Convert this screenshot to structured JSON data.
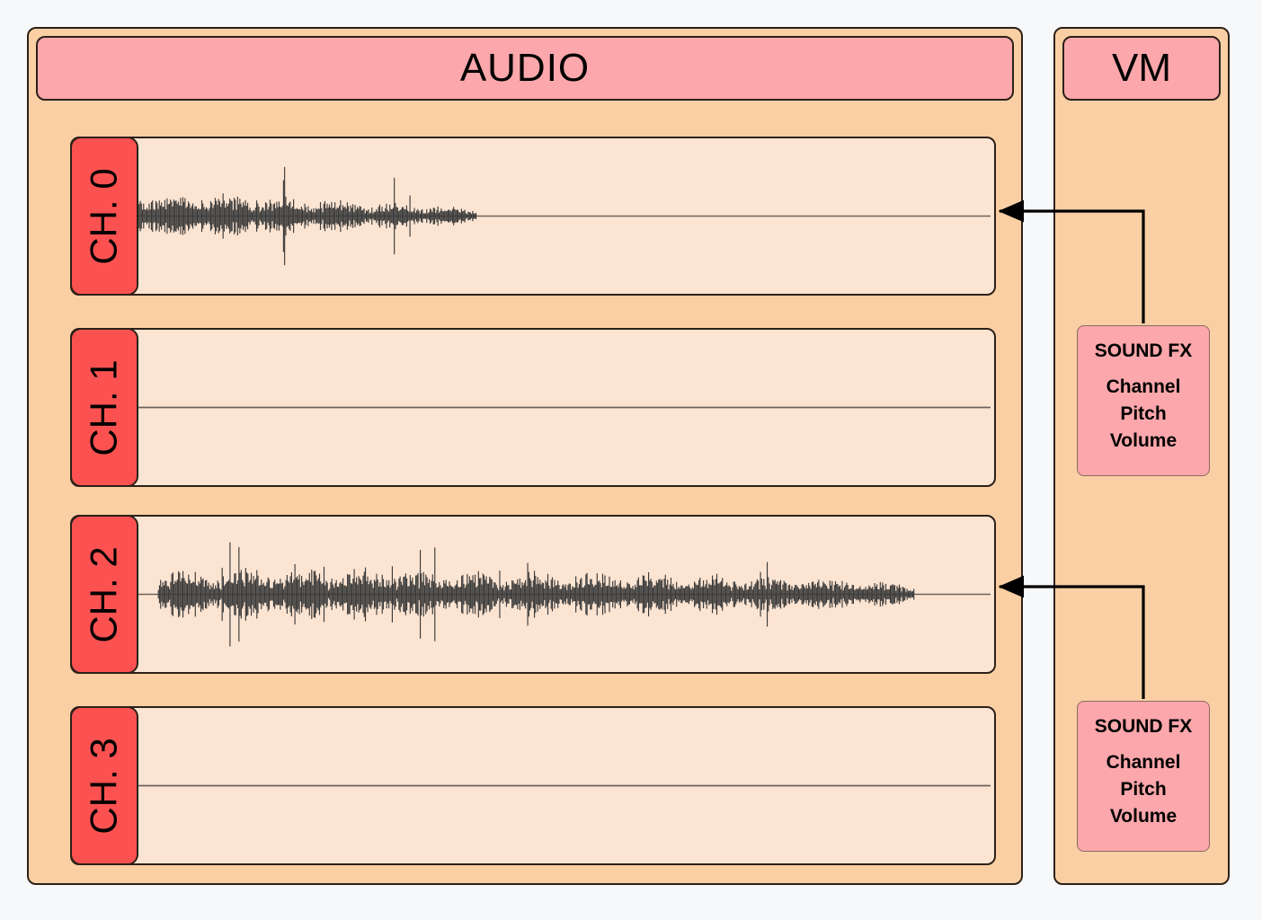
{
  "audio": {
    "title": "AUDIO",
    "channels": [
      {
        "label": "CH. 0",
        "has_waveform": true,
        "name": "channel-0"
      },
      {
        "label": "CH. 1",
        "has_waveform": false,
        "name": "channel-1"
      },
      {
        "label": "CH. 2",
        "has_waveform": true,
        "name": "channel-2"
      },
      {
        "label": "CH. 3",
        "has_waveform": false,
        "name": "channel-3"
      }
    ]
  },
  "vm": {
    "title": "VM",
    "sound_fx": [
      {
        "header": "SOUND FX",
        "param_1": "Channel",
        "param_2": "Pitch",
        "param_3": "Volume"
      },
      {
        "header": "SOUND FX",
        "param_1": "Channel",
        "param_2": "Pitch",
        "param_3": "Volume"
      }
    ]
  },
  "connections": [
    {
      "from": "sound-fx-1",
      "to": "channel-0",
      "arrow": "arrow-to-channel-0"
    },
    {
      "from": "sound-fx-2",
      "to": "channel-2",
      "arrow": "arrow-to-channel-2"
    }
  ],
  "colors": {
    "panel_fill": "#fbcfa4",
    "header_fill": "#fba7ab",
    "channel_fill": "#fce4d2",
    "channel_tag_fill": "#fb5251",
    "waveform": "#3a3a3a",
    "outline": "#2b2118",
    "background": "#f7f8fa"
  }
}
